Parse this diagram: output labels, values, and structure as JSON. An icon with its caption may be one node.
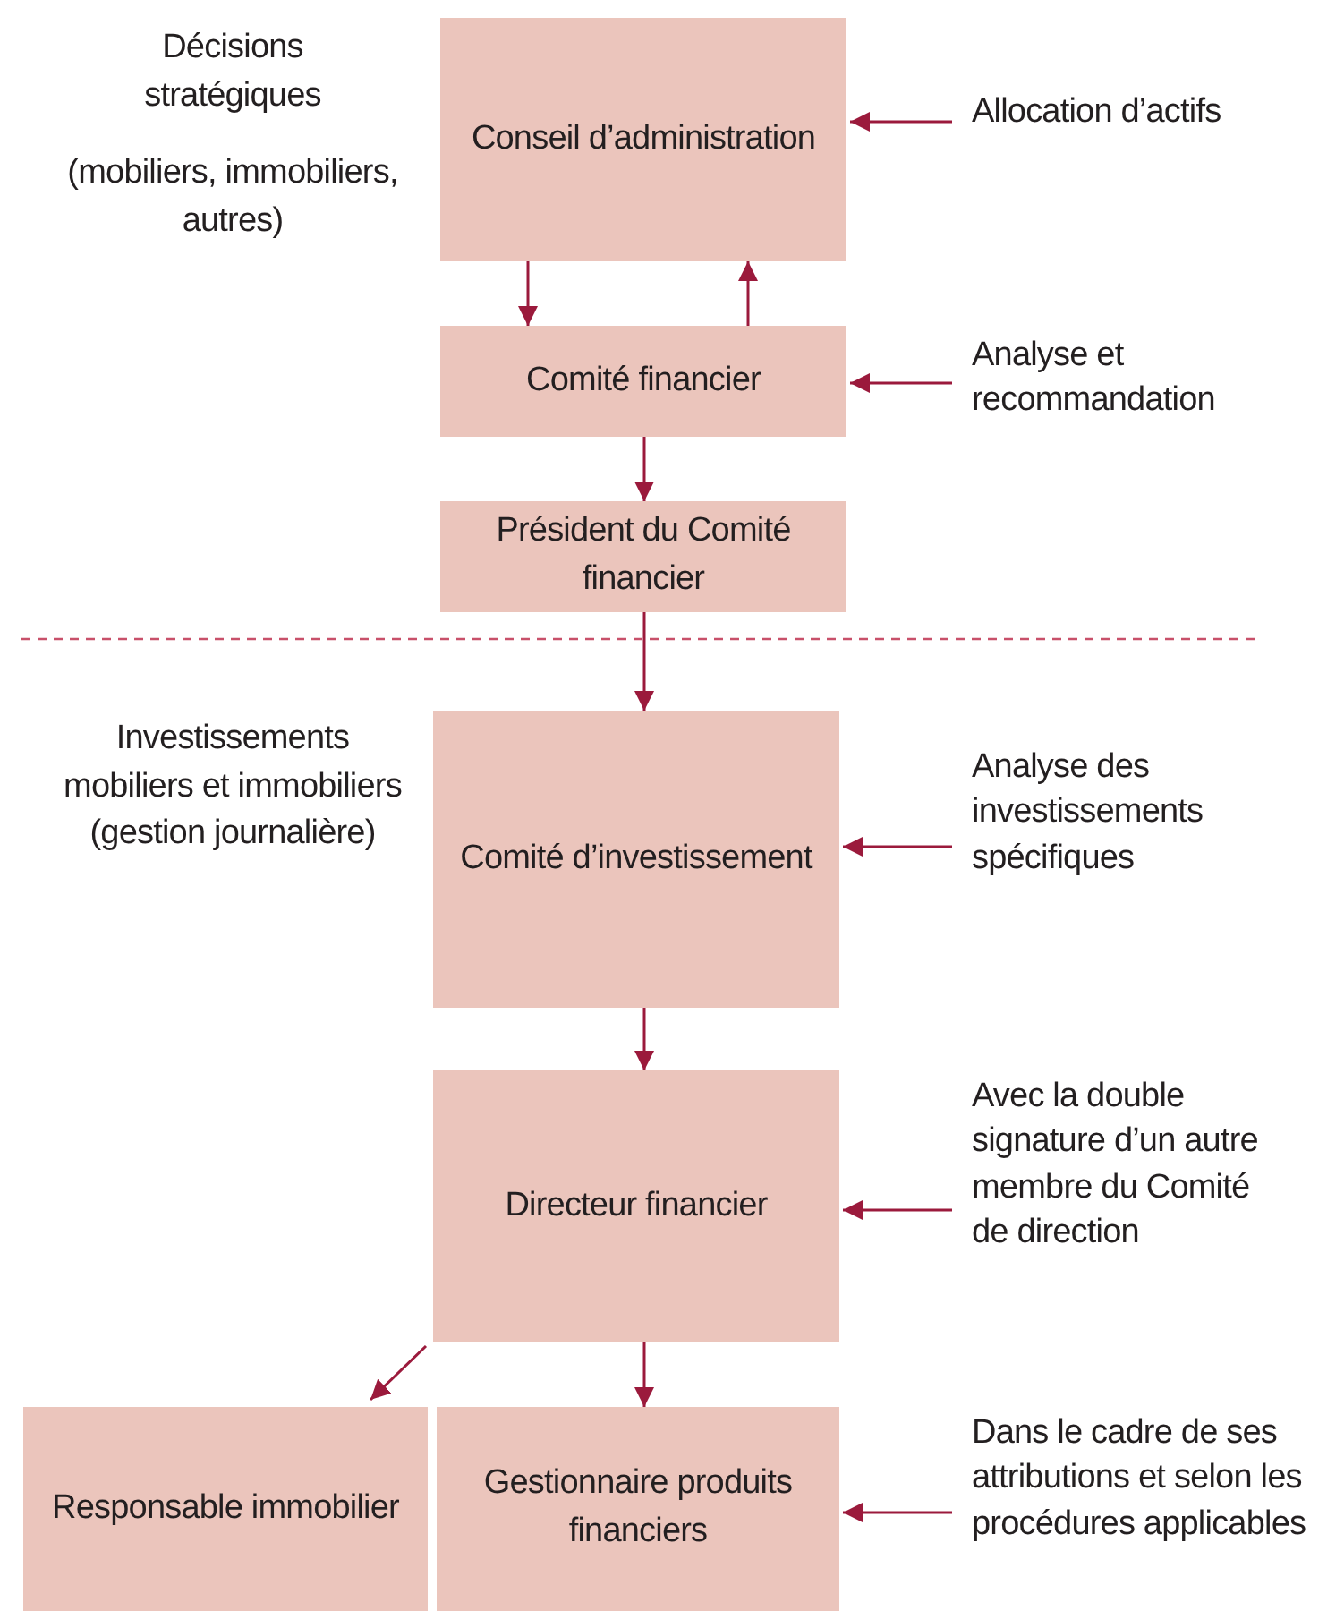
{
  "diagram": {
    "nodes": [
      {
        "text": [
          "Conseil d’administration"
        ]
      },
      {
        "text": [
          "Comité financier"
        ]
      },
      {
        "text": [
          "Président du Comité financier"
        ]
      },
      {
        "text": [
          "Comité d’investissement"
        ]
      },
      {
        "text": [
          "Directeur financier"
        ]
      },
      {
        "text": [
          "Responsable immobilier"
        ]
      },
      {
        "text": [
          "Gestionnaire produits financiers"
        ]
      },
      {
        "text": [
          "Allocation d’actifs"
        ]
      },
      {
        "text": [
          "Analyse et recommandation"
        ]
      },
      {
        "text": [
          "Analyse des investissements spécifiques"
        ]
      },
      {
        "text": [
          "Avec la double signature d’un autre membre du Comité de direction"
        ]
      },
      {
        "text": [
          "Dans le cadre de ses attributions et selon les procédures applicables"
        ]
      }
    ],
    "edges": [
      {
        "from": 0,
        "to": 1,
        "arrow": "to"
      },
      {
        "from": 1,
        "to": 0,
        "arrow": "to"
      },
      {
        "from": 1,
        "to": 2,
        "arrow": "to"
      },
      {
        "from": 2,
        "to": 3,
        "arrow": "to"
      },
      {
        "from": 3,
        "to": 4,
        "arrow": "to"
      },
      {
        "from": 4,
        "to": 5,
        "arrow": "to"
      },
      {
        "from": 4,
        "to": 6,
        "arrow": "to"
      },
      {
        "from": 7,
        "to": 0,
        "arrow": "to"
      },
      {
        "from": 8,
        "to": 1,
        "arrow": "to"
      },
      {
        "from": 9,
        "to": 3,
        "arrow": "to"
      },
      {
        "from": 10,
        "to": 4,
        "arrow": "to"
      },
      {
        "from": 11,
        "to": 6,
        "arrow": "to"
      }
    ],
    "labels": [
      "Décisions stratégiques",
      "(mobiliers, immobiliers, autres)",
      "Investissements mobiliers et immobiliers (gestion journalière)"
    ]
  }
}
